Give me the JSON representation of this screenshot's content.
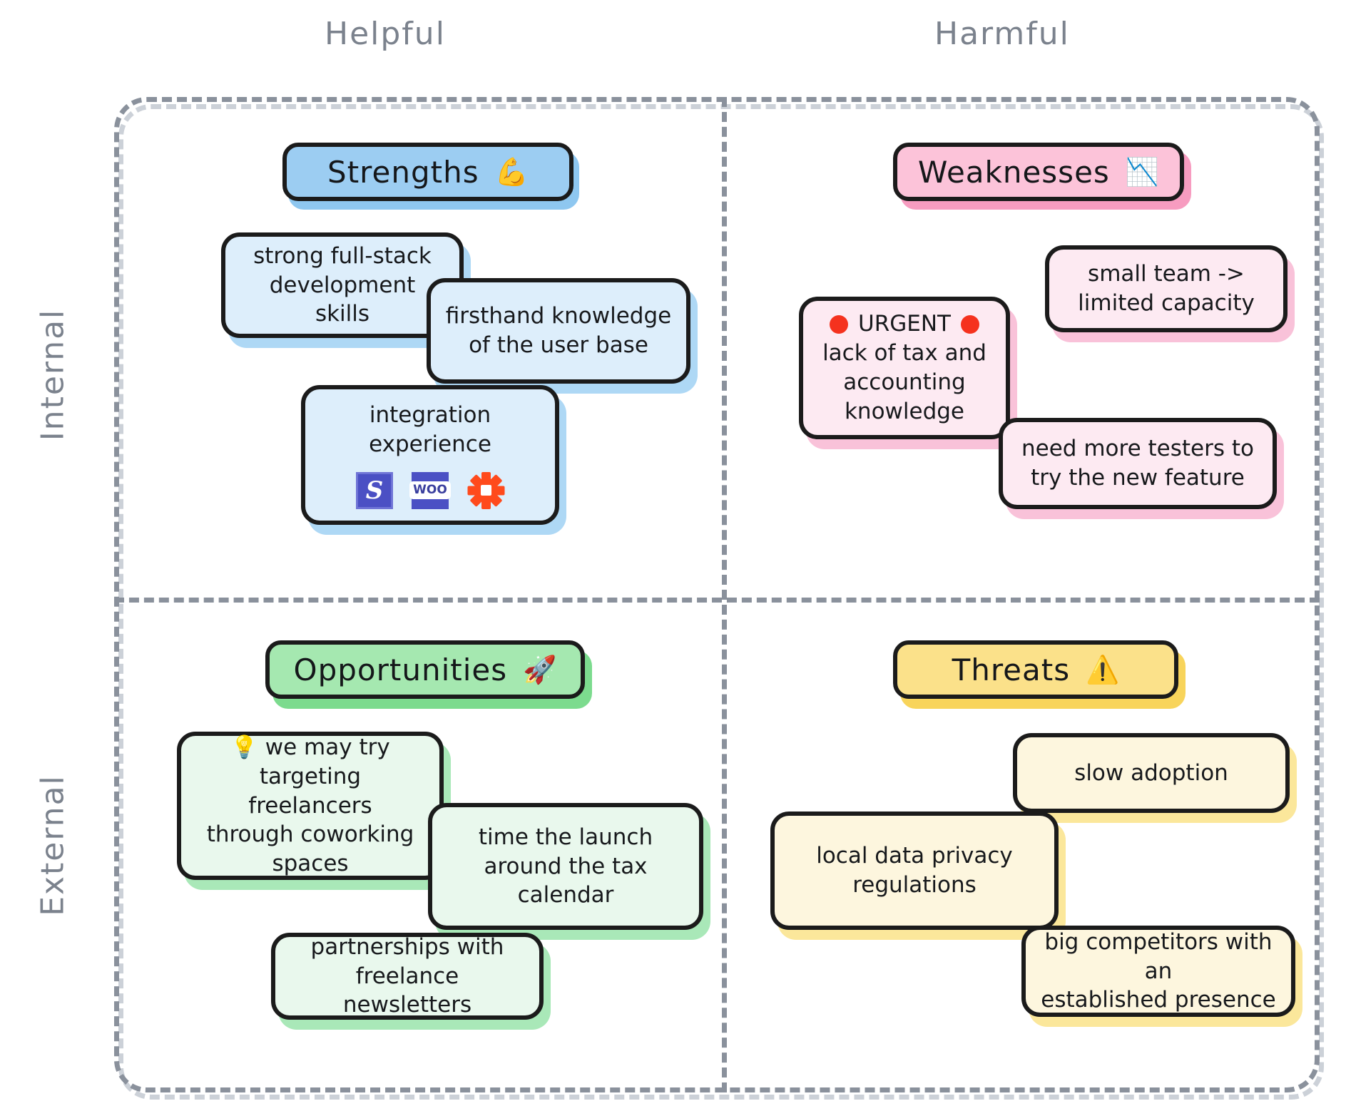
{
  "axes": {
    "top_left": "Helpful",
    "top_right": "Harmful",
    "side_top": "Internal",
    "side_bottom": "External"
  },
  "quadrants": [
    {
      "key": "strengths",
      "title": "Strengths",
      "emoji": "💪",
      "emoji_name": "flexed-biceps-emoji",
      "header_bg": "#9ccdf2",
      "header_shadow": "#8ec7f0",
      "card_bg": "#ddeefb",
      "card_shadow": "#aed8f5",
      "cards": [
        {
          "text": "strong full-stack\ndevelopment skills"
        },
        {
          "text": "firsthand knowledge\nof the user base"
        },
        {
          "text": "integration\nexperience",
          "logos": [
            "stripe",
            "woocommerce",
            "zapier"
          ]
        }
      ]
    },
    {
      "key": "weaknesses",
      "title": "Weaknesses",
      "emoji": "📉",
      "emoji_name": "chart-decreasing-emoji",
      "header_bg": "#fcc3d9",
      "header_shadow": "#f79cc0",
      "card_bg": "#fdeaf2",
      "card_shadow": "#f9c2d9",
      "cards": [
        {
          "first_line": "URGENT",
          "bullets": "red-dot",
          "text": "lack of tax and\naccounting\nknowledge"
        },
        {
          "text": "small team ->\nlimited capacity"
        },
        {
          "text": "need more testers to\ntry the new feature"
        }
      ]
    },
    {
      "key": "opportunities",
      "title": "Opportunities",
      "emoji": "🚀",
      "emoji_name": "rocket-emoji",
      "header_bg": "#a5e8b0",
      "header_shadow": "#7cdb8e",
      "card_bg": "#e9f8ed",
      "card_shadow": "#a9e8b8",
      "cards": [
        {
          "first_line": "💡 we may try",
          "first_line_emoji_name": "light-bulb-emoji",
          "text": "targeting freelancers\nthrough coworking\nspaces"
        },
        {
          "text": "time the launch\naround the tax\ncalendar"
        },
        {
          "text": "partnerships with\nfreelance newsletters"
        }
      ]
    },
    {
      "key": "threats",
      "title": "Threats",
      "emoji": "⚠️",
      "emoji_name": "warning-triangle-emoji",
      "header_bg": "#fbe18a",
      "header_shadow": "#f8d45b",
      "card_bg": "#fdf6de",
      "card_shadow": "#fbe79b",
      "cards": [
        {
          "text": "slow adoption"
        },
        {
          "text": "local data privacy\nregulations"
        },
        {
          "text": "big competitors with an\nestablished presence"
        }
      ]
    }
  ]
}
